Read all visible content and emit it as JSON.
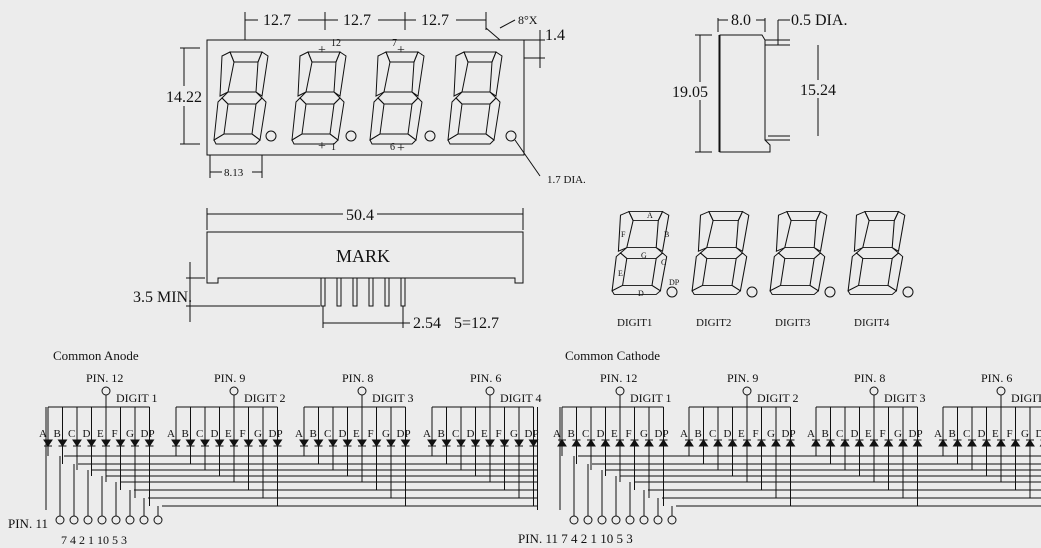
{
  "front_view": {
    "pitch_1": "12.7",
    "pitch_2": "12.7",
    "pitch_3": "12.7",
    "angle": "8°X",
    "offset": "1.4",
    "height": "14.22",
    "pin_12_mark": "12",
    "pin_7_mark": "7",
    "pin_1_mark": "1",
    "pin_6_mark": "6",
    "left_offset": "8.13",
    "dp_dia": "1.7 DIA."
  },
  "side_view": {
    "depth": "8.0",
    "pin_dia": "0.5 DIA.",
    "total_height": "19.05",
    "pin_span": "15.24"
  },
  "bottom_view": {
    "length": "50.4",
    "mark": "MARK",
    "pin_len": "3.5 MIN.",
    "pin_pitch": "2.54",
    "pin_total": "5=12.7"
  },
  "segment_map": {
    "segments": [
      "A",
      "B",
      "C",
      "D",
      "E",
      "F",
      "G",
      "DP"
    ],
    "digits": [
      "DIGIT1",
      "DIGIT2",
      "DIGIT3",
      "DIGIT4"
    ]
  },
  "circuits": {
    "anode_title": "Common  Anode",
    "cathode_title": "Common Cathode",
    "anode_pins": [
      "PIN. 12",
      "PIN. 9",
      "PIN. 8",
      "PIN. 6"
    ],
    "cathode_pins": [
      "PIN. 12",
      "PIN. 9",
      "PIN. 8",
      "PIN. 6"
    ],
    "digit_labels": [
      "DIGIT 1",
      "DIGIT 2",
      "DIGIT 3",
      "DIGIT 4"
    ],
    "segment_letters": [
      "A",
      "B",
      "C",
      "D",
      "E",
      "F",
      "G",
      "DP"
    ],
    "anode_bottom_prefix": "PIN. 11",
    "anode_bottom_pins": "7  4  2  1  10  5  3",
    "cathode_bottom_label": "PIN. 11  7  4  2  1  10  5  3"
  }
}
